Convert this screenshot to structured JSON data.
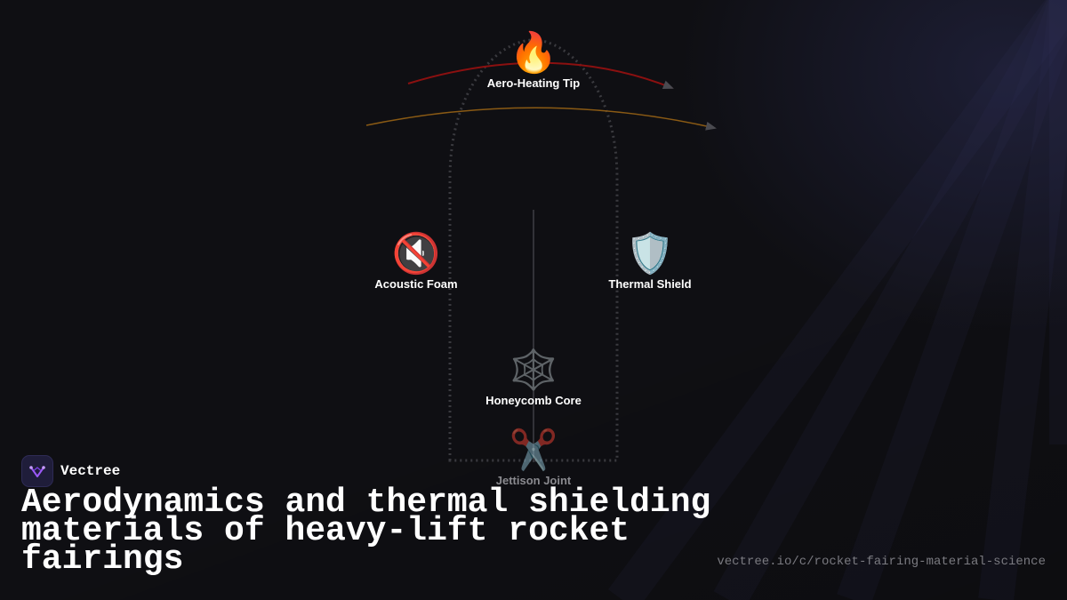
{
  "brand": {
    "name": "Vectree"
  },
  "title": "Aerodynamics and thermal shielding materials of heavy-lift rocket fairings",
  "url": "vectree.io/c/rocket-fairing-material-science",
  "nodes": {
    "aero_heating_tip": {
      "icon": "🔥",
      "icon_name": "fire-icon",
      "label": "Aero-Heating Tip"
    },
    "acoustic_foam": {
      "icon": "🔇",
      "icon_name": "muted-speaker-icon",
      "label": "Acoustic Foam"
    },
    "thermal_shield": {
      "icon": "🛡️",
      "icon_name": "shield-icon",
      "label": "Thermal Shield"
    },
    "honeycomb_core": {
      "icon": "🕸️",
      "icon_name": "spider-web-icon",
      "label": "Honeycomb Core"
    },
    "jettison_joint": {
      "icon": "✂️",
      "icon_name": "scissors-icon",
      "label": "Jettison Joint"
    }
  },
  "colors": {
    "background": "#0f0f13",
    "heating_arc": "#8b1010",
    "thermal_arc": "#8a5a14",
    "fairing_outline": "#3a3a3f",
    "arrow_head": "#4a4a50",
    "brand_accent": "#9b59f5"
  }
}
